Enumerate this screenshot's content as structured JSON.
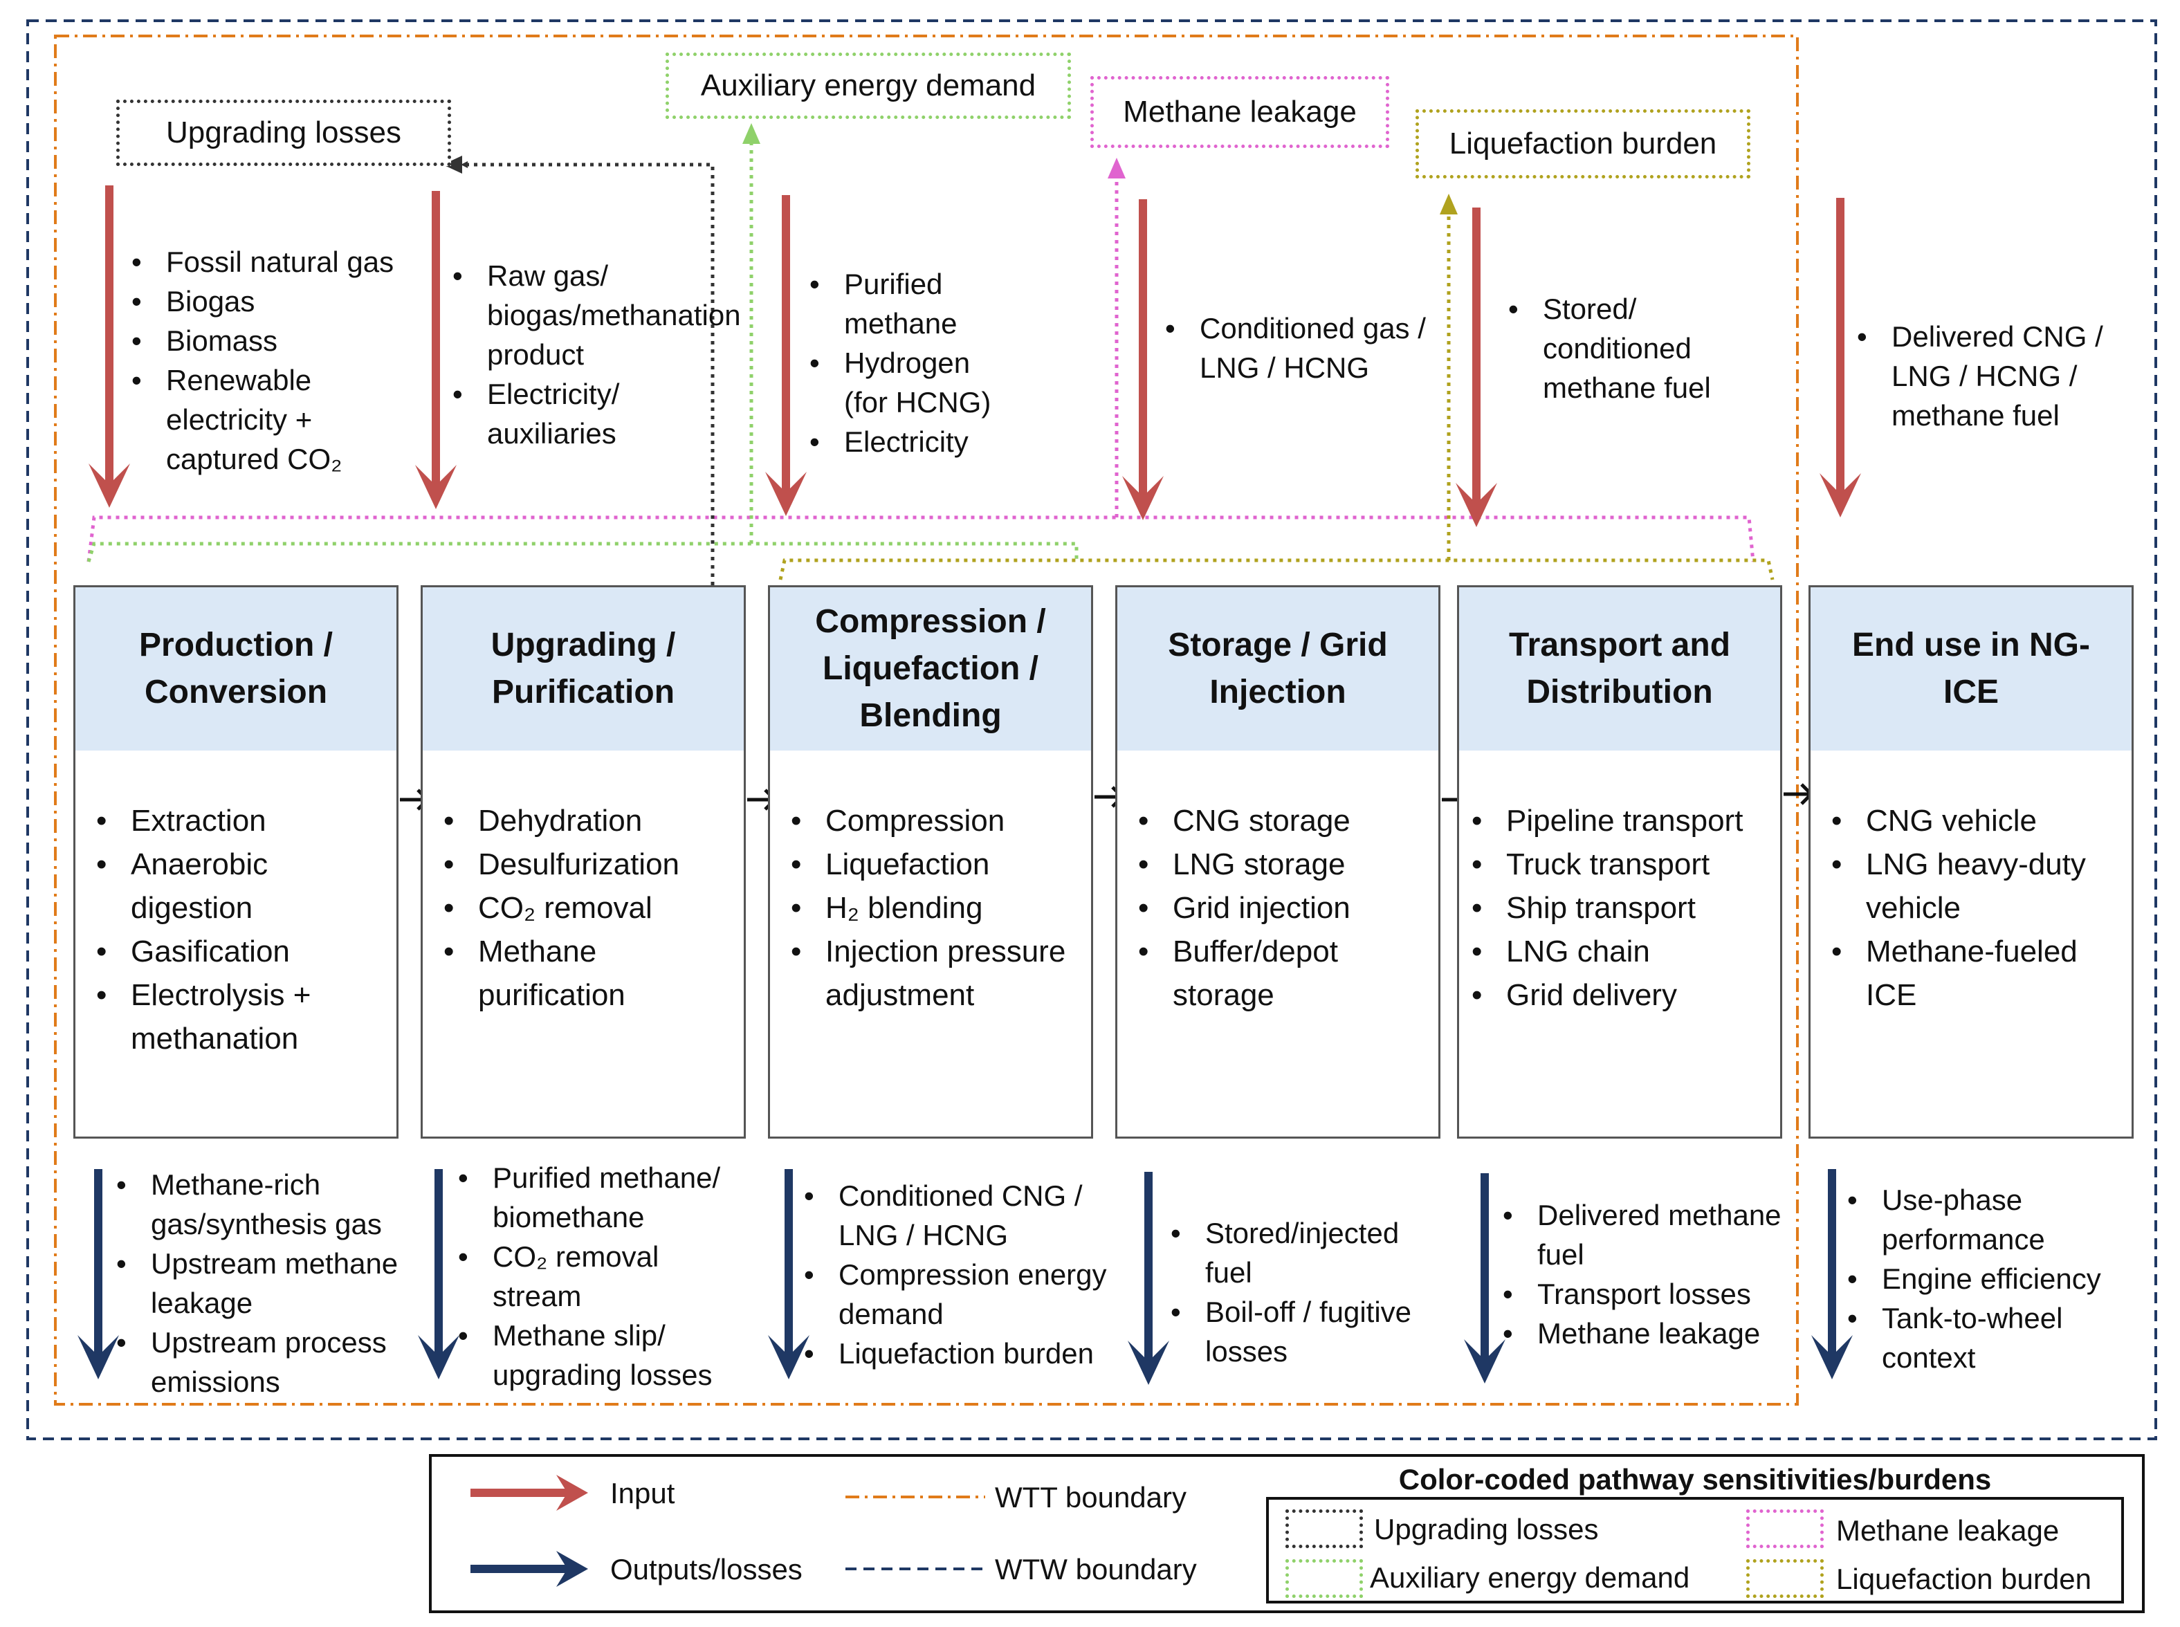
{
  "burdens": {
    "upgrading_losses": "Upgrading losses",
    "auxiliary_energy_demand": "Auxiliary energy demand",
    "methane_leakage": "Methane leakage",
    "liquefaction_burden": "Liquefaction burden"
  },
  "colors": {
    "input_arrow": "#c0504d",
    "output_arrow": "#1f3864",
    "stage_header": "#dbe8f6",
    "wtt_boundary": "#e07b1a",
    "wtw_boundary": "#1f3864",
    "upgrading_losses": "#333333",
    "auxiliary_energy_demand": "#8fd16a",
    "methane_leakage": "#e064cf",
    "liquefaction_burden": "#b0a21e"
  },
  "inputs": [
    {
      "items": [
        "Fossil natural gas",
        "Biogas",
        "Biomass",
        "Renewable electricity + captured CO₂"
      ]
    },
    {
      "items": [
        "Raw gas/ biogas/methanation product",
        "Electricity/ auxiliaries"
      ]
    },
    {
      "items": [
        "Purified methane",
        "Hydrogen (for HCNG)",
        "Electricity"
      ]
    },
    {
      "items": [
        "Conditioned gas / LNG / HCNG"
      ]
    },
    {
      "items": [
        "Stored/ conditioned methane fuel"
      ]
    },
    {
      "items": [
        "Delivered CNG / LNG / HCNG / methane fuel"
      ]
    }
  ],
  "stages": [
    {
      "title": "Production / Conversion",
      "items": [
        "Extraction",
        "Anaerobic digestion",
        "Gasification",
        "Electrolysis + methanation"
      ]
    },
    {
      "title": "Upgrading / Purification",
      "items": [
        "Dehydration",
        "Desulfurization",
        "CO₂ removal",
        "Methane purification"
      ]
    },
    {
      "title": "Compression / Liquefaction / Blending",
      "items": [
        "Compression",
        "Liquefaction",
        "H₂ blending",
        "Injection pressure adjustment"
      ]
    },
    {
      "title": "Storage / Grid Injection",
      "items": [
        "CNG storage",
        "LNG storage",
        "Grid injection",
        "Buffer/depot storage"
      ]
    },
    {
      "title": "Transport and Distribution",
      "items": [
        "Pipeline transport",
        "Truck transport",
        "Ship transport",
        "LNG chain",
        "Grid delivery"
      ]
    },
    {
      "title": "End use in NG-ICE",
      "items": [
        "CNG vehicle",
        "LNG heavy-duty vehicle",
        "Methane-fueled ICE"
      ]
    }
  ],
  "outputs": [
    {
      "items": [
        "Methane-rich gas/synthesis gas",
        "Upstream methane leakage",
        "Upstream process emissions"
      ]
    },
    {
      "items": [
        "Purified methane/ biomethane",
        "CO₂ removal stream",
        "Methane slip/ upgrading losses"
      ]
    },
    {
      "items": [
        "Conditioned CNG / LNG / HCNG",
        "Compression energy demand",
        "Liquefaction burden"
      ]
    },
    {
      "items": [
        "Stored/injected fuel",
        "Boil-off / fugitive losses"
      ]
    },
    {
      "items": [
        "Delivered methane fuel",
        "Transport losses",
        "Methane leakage"
      ]
    },
    {
      "items": [
        "Use-phase performance",
        "Engine efficiency",
        "Tank-to-wheel context"
      ]
    }
  ],
  "legend": {
    "input": "Input",
    "outputs": "Outputs/losses",
    "wtt": "WTT boundary",
    "wtw": "WTW boundary",
    "sensitivities_title": "Color-coded pathway sensitivities/burdens",
    "upgrading_losses": "Upgrading losses",
    "auxiliary_energy_demand": "Auxiliary energy demand",
    "methane_leakage": "Methane leakage",
    "liquefaction_burden": "Liquefaction burden"
  }
}
